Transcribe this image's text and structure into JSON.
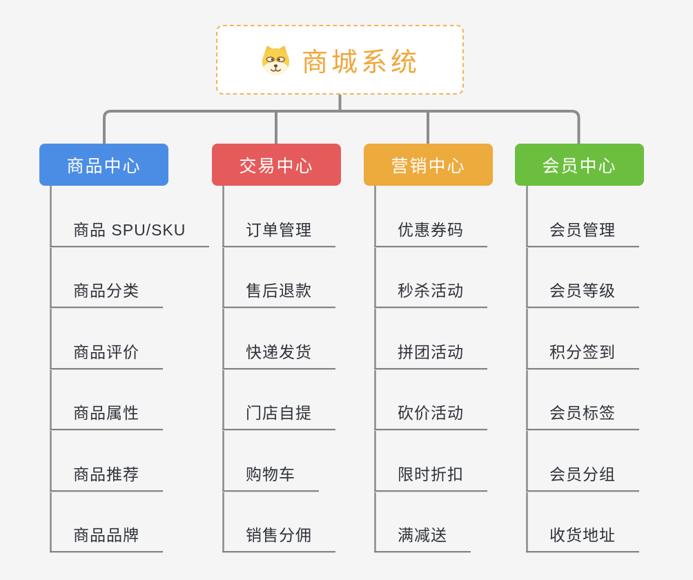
{
  "root": {
    "title": "商城系统",
    "icon": "doge-icon"
  },
  "branches": [
    {
      "label": "商品中心",
      "color": "#4b8de5",
      "items": [
        "商品 SPU/SKU",
        "商品分类",
        "商品评价",
        "商品属性",
        "商品推荐",
        "商品品牌"
      ]
    },
    {
      "label": "交易中心",
      "color": "#e55b5b",
      "items": [
        "订单管理",
        "售后退款",
        "快递发货",
        "门店自提",
        "购物车",
        "销售分佣"
      ]
    },
    {
      "label": "营销中心",
      "color": "#edaa3d",
      "items": [
        "优惠券码",
        "秒杀活动",
        "拼团活动",
        "砍价活动",
        "限时折扣",
        "满减送"
      ]
    },
    {
      "label": "会员中心",
      "color": "#6cbe3f",
      "items": [
        "会员管理",
        "会员等级",
        "积分签到",
        "会员标签",
        "会员分组",
        "收货地址"
      ]
    }
  ],
  "colors": {
    "background": "#f5f5f6",
    "root_text": "#f0a63c",
    "root_border": "#f2b45a",
    "connector": "#8c8c8c",
    "leaf_line": "#858585",
    "leaf_text": "#2e3238"
  }
}
